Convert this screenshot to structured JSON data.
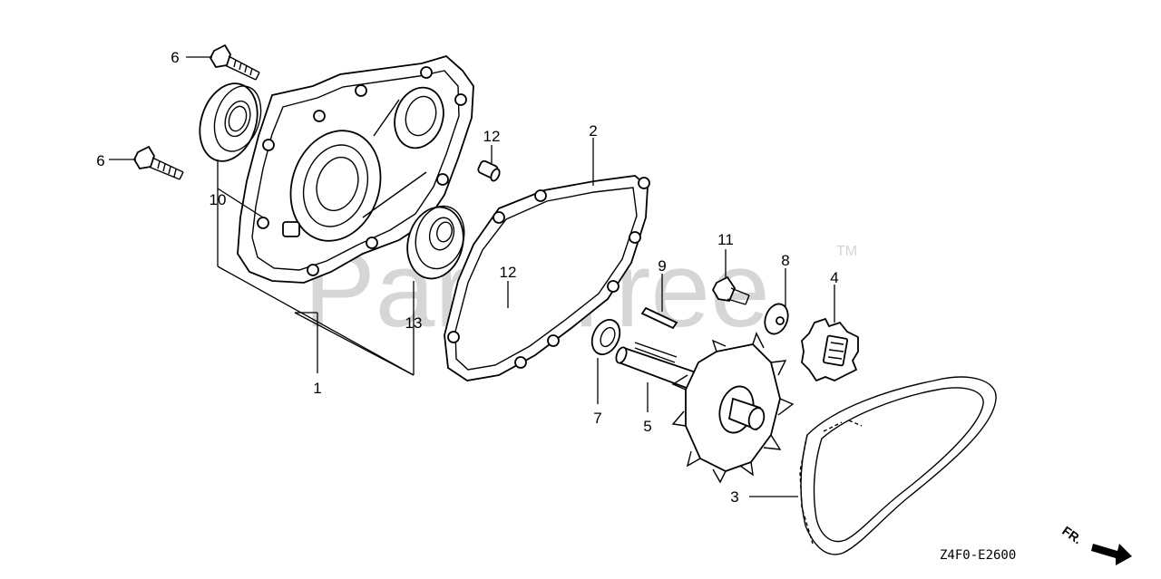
{
  "diagram": {
    "watermark": "PartsTree",
    "watermark_tm": "TM",
    "figure_code": "Z4F0-E2600",
    "direction_label": "FR.",
    "callouts": [
      {
        "id": "c1",
        "text": "1"
      },
      {
        "id": "c2",
        "text": "2"
      },
      {
        "id": "c3",
        "text": "3"
      },
      {
        "id": "c4",
        "text": "4"
      },
      {
        "id": "c5",
        "text": "5"
      },
      {
        "id": "c6a",
        "text": "6"
      },
      {
        "id": "c6b",
        "text": "6"
      },
      {
        "id": "c7",
        "text": "7"
      },
      {
        "id": "c8",
        "text": "8"
      },
      {
        "id": "c9",
        "text": "9"
      },
      {
        "id": "c10",
        "text": "10"
      },
      {
        "id": "c11",
        "text": "11"
      },
      {
        "id": "c12a",
        "text": "12"
      },
      {
        "id": "c12b",
        "text": "12"
      },
      {
        "id": "c13",
        "text": "13"
      }
    ]
  }
}
